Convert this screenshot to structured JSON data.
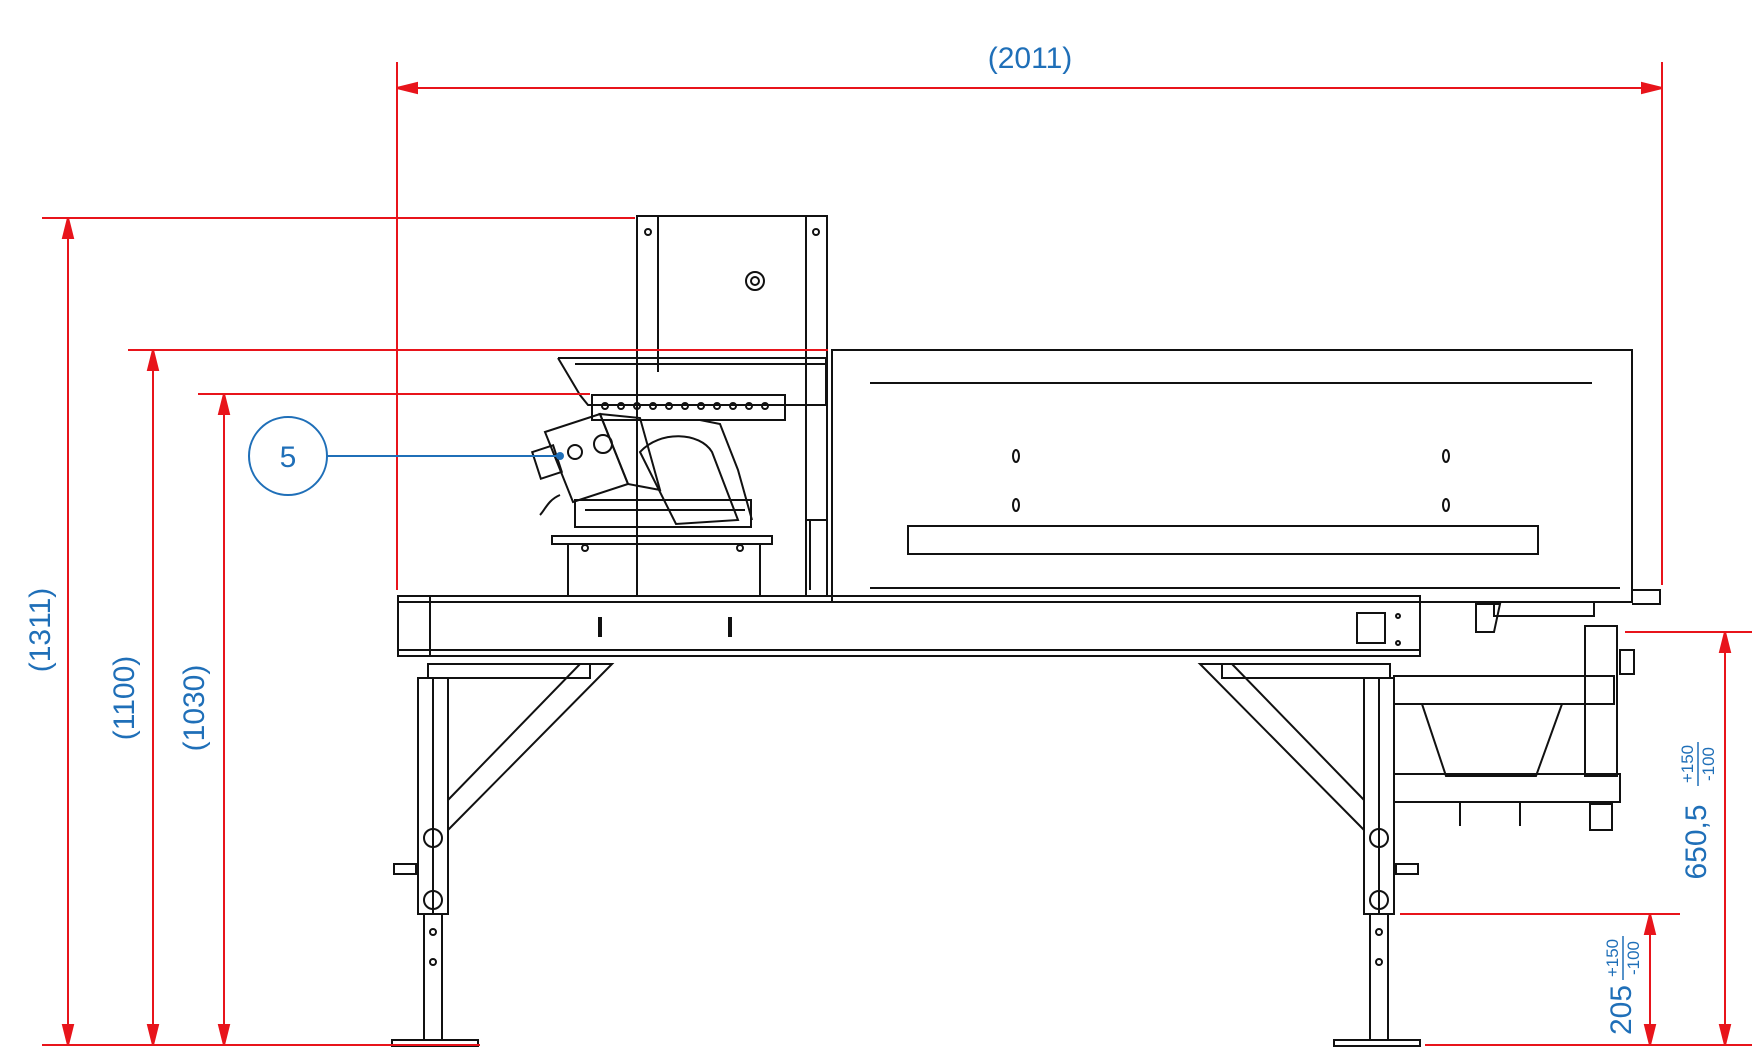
{
  "dimensions": {
    "overall_width": "(2011)",
    "overall_height": "(1311)",
    "height_1100": "(1100)",
    "height_1030": "(1030)",
    "side_height_main": "650,5",
    "side_height_main_tol_upper": "+150",
    "side_height_main_tol_lower": "-100",
    "leg_height_main": "205",
    "leg_height_tol_upper": "+150",
    "leg_height_tol_lower": "-100"
  },
  "callouts": [
    {
      "label": "5"
    }
  ],
  "colors": {
    "dimension_line": "#e8141b",
    "dimension_text": "#1f6fb8",
    "outline": "#111111"
  }
}
